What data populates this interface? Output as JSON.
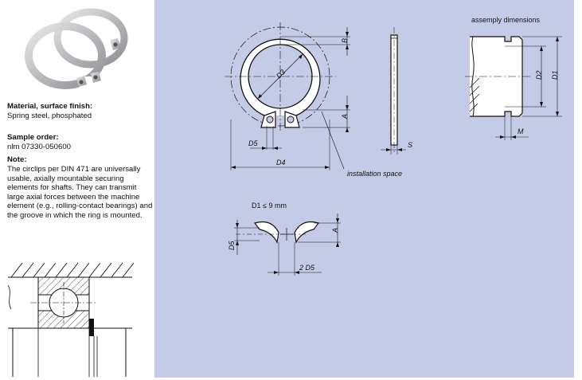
{
  "left_panel": {
    "material_label": "Material, surface finish:",
    "material_value": "Spring steel, phosphated",
    "sample_order_label": "Sample order:",
    "sample_order_value": "nlm 07330-050600",
    "note_label": "Note:",
    "note_text": "The circlips per DIN 471 are universally usable, axially mountable securing elements for shafts. They can transmit large axial forces between the machine element (e.g., rolling-contact bearings) and the groove in which the ring is mounted."
  },
  "drawing": {
    "assembly_title": "assemply dimensions",
    "installation_space_label": "installation space",
    "small_ring_condition": "D1 ≤ 9 mm",
    "dims": {
      "B": "B",
      "D3": "D3",
      "A": "A",
      "D5": "D5",
      "D4": "D4",
      "S": "S",
      "D2": "D2",
      "D1": "D1",
      "M": "M",
      "two_D5": "2 D5"
    }
  },
  "colors": {
    "drawing_background": "#c4cbe6",
    "page_background": "#ffffff"
  }
}
